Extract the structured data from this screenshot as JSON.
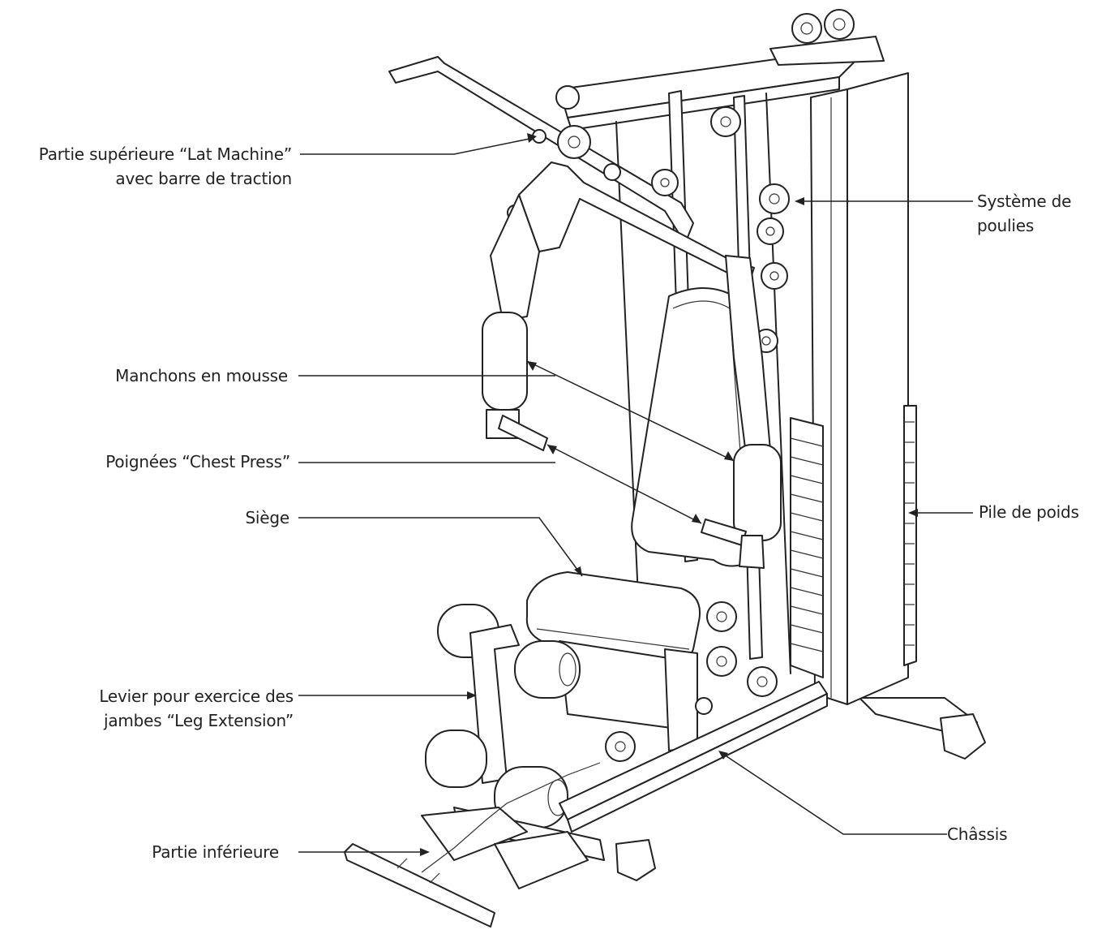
{
  "labels": {
    "lat_machine_line1": "Partie supérieure “Lat Machine”",
    "lat_machine_line2": "avec barre de traction",
    "pulleys_line1": "Système de",
    "pulleys_line2": "poulies",
    "foam_sleeves": "Manchons en mousse",
    "chest_press_handles": "Poignées “Chest Press”",
    "seat": "Siège",
    "weight_stack": "Pile de poids",
    "leg_extension_line1": "Levier pour exercice des",
    "leg_extension_line2": "jambes “Leg Extension”",
    "frame": "Châssis",
    "lower_part": "Partie inférieure"
  },
  "colors": {
    "ink": "#222222",
    "background": "#ffffff"
  }
}
